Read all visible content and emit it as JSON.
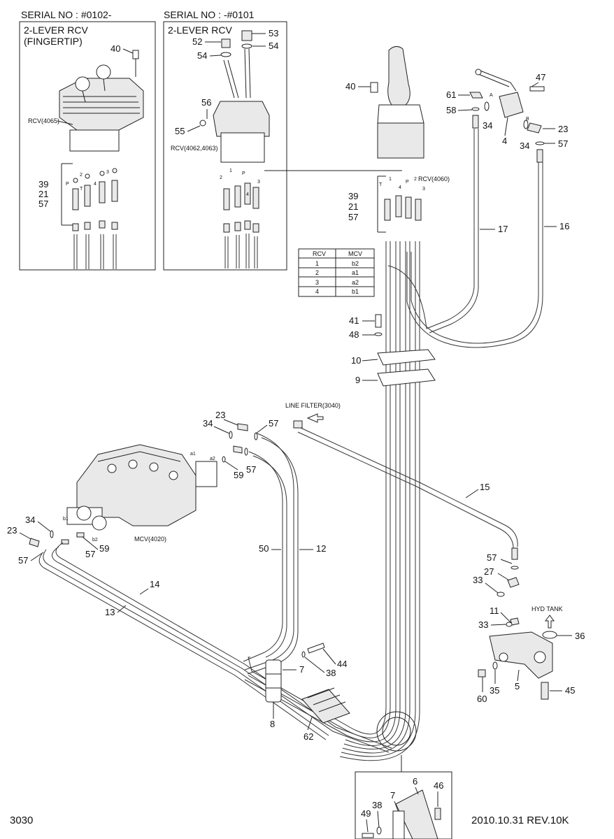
{
  "header": {
    "serial_left": "SERIAL NO : #0102-",
    "serial_right": "SERIAL NO : -#0101",
    "box_left_title1": "2-LEVER RCV",
    "box_left_title2": "(FINGERTIP)",
    "box_right_title": "2-LEVER RCV"
  },
  "components": {
    "rcv_4065": "RCV(4065)",
    "rcv_4062": "RCV(4062,4063)",
    "rcv_4060": "RCV(4060)",
    "mcv_4020": "MCV(4020)",
    "line_filter": "LINE FILTER(3040)",
    "hyd_tank": "HYD TANK"
  },
  "port_table": {
    "headers": [
      "RCV",
      "MCV"
    ],
    "rows": [
      [
        "1",
        "b2"
      ],
      [
        "2",
        "a1"
      ],
      [
        "3",
        "a2"
      ],
      [
        "4",
        "b1"
      ]
    ]
  },
  "callouts": {
    "n40a": "40",
    "n39a": "39",
    "n21a": "21",
    "n57a": "57",
    "n52": "52",
    "n53": "53",
    "n54a": "54",
    "n54b": "54",
    "n56": "56",
    "n55": "55",
    "n40b": "40",
    "n39b": "39",
    "n21b": "21",
    "n57b": "57",
    "n61": "61",
    "n58": "58",
    "n47": "47",
    "n34a": "34",
    "n4": "4",
    "n23a": "23",
    "n34b": "34",
    "n57c": "57",
    "n17": "17",
    "n16": "16",
    "n41": "41",
    "n48": "48",
    "n10": "10",
    "n9": "9",
    "n23b": "23",
    "n34c": "34",
    "n57d": "57",
    "n57e": "57",
    "n59a": "59",
    "n15": "15",
    "n34d": "34",
    "n23c": "23",
    "n57f": "57",
    "n57g": "57",
    "n59b": "59",
    "n50": "50",
    "n12": "12",
    "n14": "14",
    "n13": "13",
    "n57h": "57",
    "n27": "27",
    "n33a": "33",
    "n11": "11",
    "n33b": "33",
    "n36": "36",
    "n44": "44",
    "n38a": "38",
    "n7a": "7",
    "n8": "8",
    "n62": "62",
    "n60": "60",
    "n35": "35",
    "n5": "5",
    "n45": "45",
    "n6": "6",
    "n46": "46",
    "n7b": "7",
    "n38b": "38",
    "n49": "49"
  },
  "ports": {
    "p_left": "P",
    "t_left": "T",
    "p1": "1",
    "p2": "2",
    "p3": "3",
    "p4": "4",
    "a": "A",
    "b": "B",
    "a1": "a1",
    "a2": "a2",
    "b1": "b1",
    "b2": "b2"
  },
  "footer": {
    "page_code": "3030",
    "revision": "2010.10.31  REV.10K"
  }
}
